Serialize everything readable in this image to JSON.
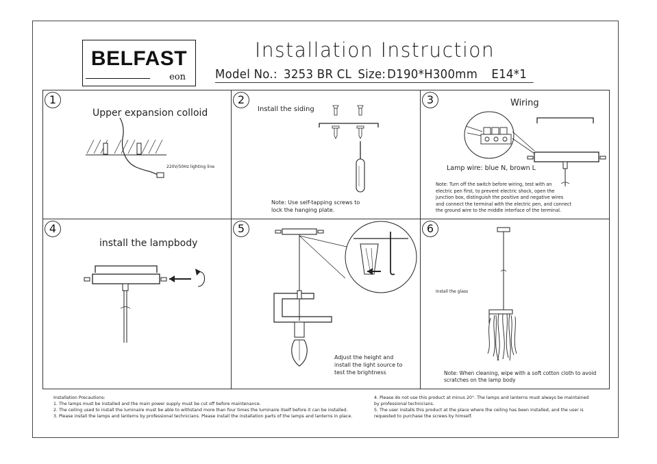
{
  "brand": {
    "name": "BELFAST",
    "sub": "eon"
  },
  "header": {
    "title": "Installation Instruction",
    "model_label": "Model No.:",
    "model_value": "3253 BR CL",
    "size_label": "Size:",
    "size_value": "D190*H300mm",
    "bulb": "E14*1"
  },
  "steps": [
    {
      "num": "1",
      "title": "Upper expansion colloid",
      "label": "220V/50Hz lighting line"
    },
    {
      "num": "2",
      "title": "Install the siding",
      "note1": "Note: Use self-tapping screws to",
      "note2": "lock the hanging plate."
    },
    {
      "num": "3",
      "title": "Wiring",
      "lamp_wire": "Lamp wire: blue N, brown L",
      "note": [
        "Note: Turn off the switch before wiring, test with an",
        "electric pen first, to prevent electric shock, open the",
        "junction box, distinguish the positive and negative wires",
        "and connect the terminal with the electric pen, and connect",
        "the ground wire to the middle interface of the terminal."
      ]
    },
    {
      "num": "4",
      "title": "install the lampbody"
    },
    {
      "num": "5",
      "note": [
        "Adjust the height and",
        "install the light source to",
        "test the brightness"
      ]
    },
    {
      "num": "6",
      "label": "Install the glass",
      "note1": "Note: When cleaning, wipe with a soft cotton cloth to avoid",
      "note2": "scratches on the lamp body"
    }
  ],
  "precautions": {
    "heading": "Installation Precautions:",
    "left": [
      "1. The lamps must be installed and the main power supply must be cut off before maintenance.",
      "2. The ceiling used to install the luminaire must be able to withstand more than four times the luminaire itself before it can be installed.",
      "3. Please install the lamps and lanterns by professional technicians. Please install the installation parts of the lamps and lanterns in place."
    ],
    "right": [
      "4. Please do not use this product at minus 20°. The lamps and lanterns must always be maintained",
      "by professional technicians.",
      "5. The user installs this product at the place where the ceiling has been installed, and the user is",
      "requested to purchase the screws by himself."
    ]
  }
}
